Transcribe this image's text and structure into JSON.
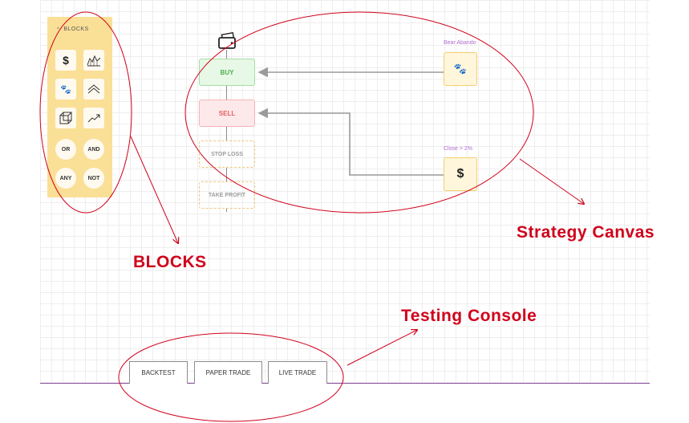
{
  "palette": {
    "title": "BLOCKS",
    "tiles": [
      {
        "icon": "dollar-icon",
        "glyph": "$"
      },
      {
        "icon": "area-chart-icon"
      },
      {
        "icon": "bear-paw-icon",
        "glyph": "🐾"
      },
      {
        "icon": "double-chevron-icon"
      },
      {
        "icon": "cube-icon"
      },
      {
        "icon": "trend-up-icon"
      }
    ],
    "logic": [
      "OR",
      "AND",
      "ANY",
      "NOT"
    ]
  },
  "canvas": {
    "wallet_icon": "wallet-icon",
    "nodes": {
      "buy": "BUY",
      "sell": "SELL",
      "stop_loss": "STOP LOSS",
      "take_profit": "TAKE PROFIT"
    },
    "conditions": {
      "bear": {
        "label": "Bear Abando",
        "icon": "bear-paw-icon",
        "glyph": "🐾"
      },
      "close": {
        "label": "Close > 2%",
        "icon": "dollar-icon",
        "glyph": "$"
      }
    }
  },
  "console": {
    "buttons": [
      "BACKTEST",
      "PAPER TRADE",
      "LIVE TRADE"
    ]
  },
  "annotations": {
    "blocks": "BLOCKS",
    "strategy_canvas": "Strategy Canvas",
    "testing_console": "Testing Console"
  },
  "colors": {
    "palette_bg": "#fadf96",
    "buy": "#4caf50",
    "sell": "#e35d5d",
    "annotation": "#d0021b",
    "condition_label": "#b06bd0"
  }
}
